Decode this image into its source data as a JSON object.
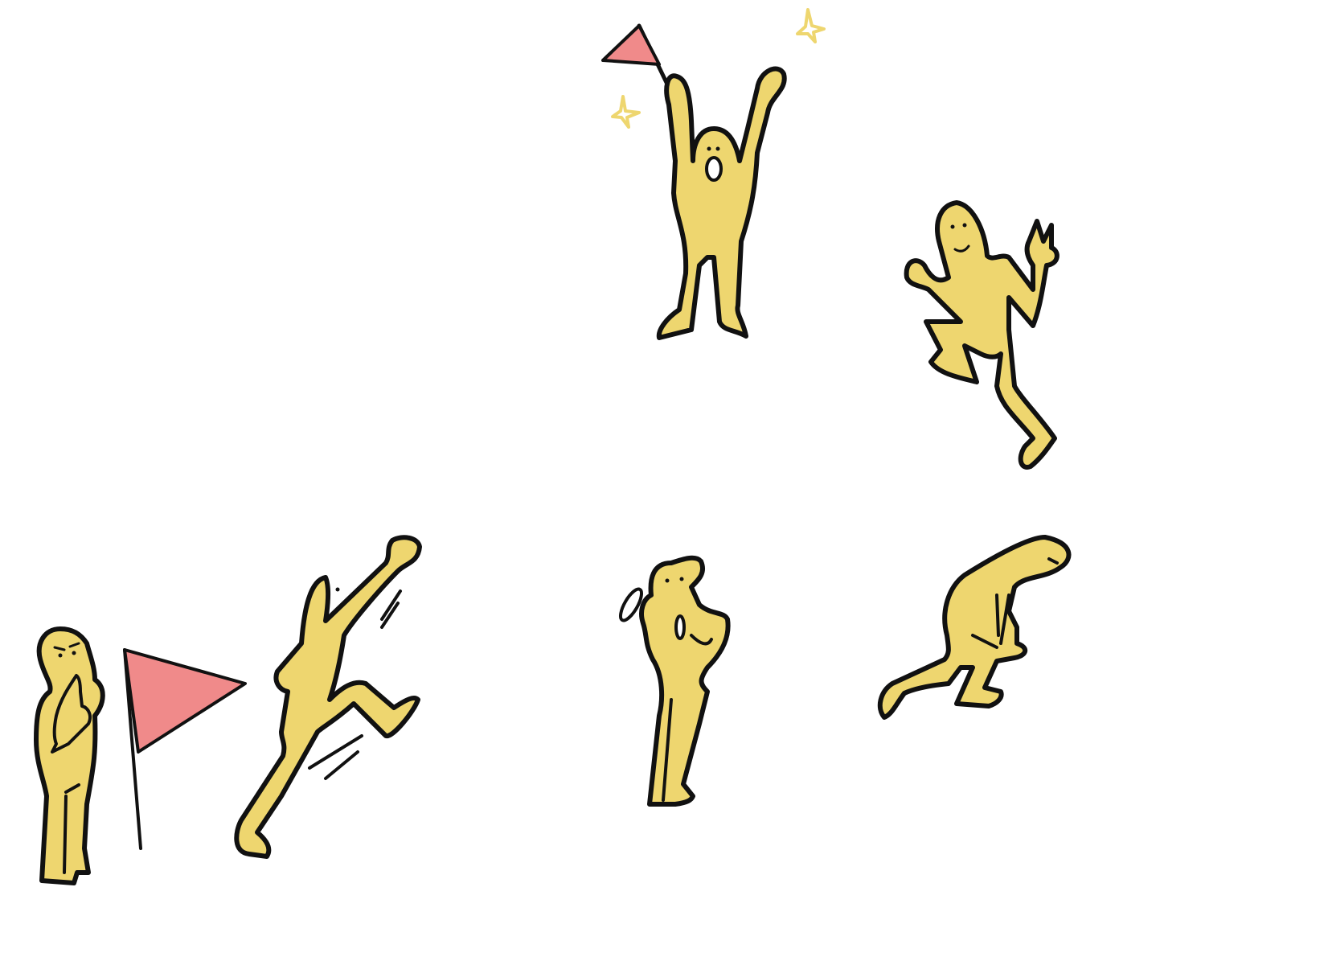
{
  "colors": {
    "figure_fill": "#EED66F",
    "outline": "#111111",
    "flag_fill": "#F08A8A",
    "sparkle": "#EED66F",
    "background": "#FFFFFF"
  },
  "figures": [
    {
      "pose": "cheering-with-flag",
      "icon": "cheering-person-icon"
    },
    {
      "pose": "peace-sign-jump",
      "icon": "peace-sign-person-icon"
    },
    {
      "pose": "thinking",
      "icon": "thinking-person-icon"
    },
    {
      "pose": "punching-kick",
      "icon": "punching-person-icon"
    },
    {
      "pose": "upset-crying",
      "icon": "upset-person-icon"
    },
    {
      "pose": "crouching",
      "icon": "crouching-person-icon"
    }
  ]
}
